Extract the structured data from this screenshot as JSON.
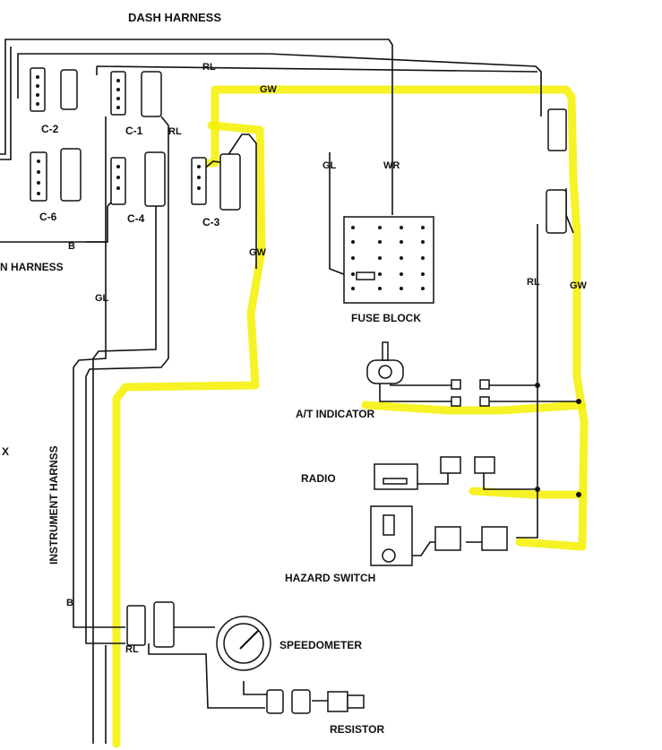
{
  "labels": {
    "dash_harness": "DASH HARNESS",
    "main_harness": "N HARNESS",
    "instrument_harness": "INSTRUMENT HARNSS",
    "x_mark": "X",
    "c2": "C-2",
    "c1": "C-1",
    "c6": "C-6",
    "c4": "C-4",
    "c3": "C-3",
    "fuse_block": "FUSE BLOCK",
    "at_indicator": "A/T INDICATOR",
    "radio": "RADIO",
    "hazard_switch": "HAZARD SWITCH",
    "speedometer": "SPEEDOMETER",
    "resistor": "RESISTOR"
  },
  "wire_codes": {
    "rl_top": "RL",
    "rl_c1": "RL",
    "rl_right": "RL",
    "rl_bottom": "RL",
    "gw_top": "GW",
    "gw_mid": "GW",
    "gw_right": "GW",
    "gl_mid": "GL",
    "gl_left": "GL",
    "wr": "WR",
    "b_mid": "B",
    "b_left": "B"
  },
  "highlight_color": "#f4f000"
}
